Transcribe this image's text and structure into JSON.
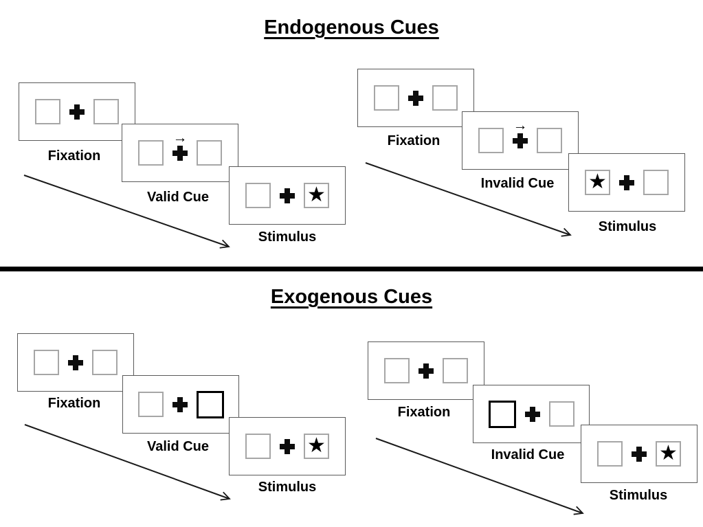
{
  "sections": [
    {
      "title": "Endogenous Cues",
      "sequences": [
        {
          "name": "valid",
          "panels": [
            {
              "label": "Fixation",
              "left_box": "empty",
              "right_box": "empty"
            },
            {
              "label": "Valid Cue",
              "left_box": "empty",
              "right_box": "empty",
              "cue": "central-arrow-right"
            },
            {
              "label": "Stimulus",
              "left_box": "empty",
              "right_box": "star"
            }
          ]
        },
        {
          "name": "invalid",
          "panels": [
            {
              "label": "Fixation",
              "left_box": "empty",
              "right_box": "empty"
            },
            {
              "label": "Invalid Cue",
              "left_box": "empty",
              "right_box": "empty",
              "cue": "central-arrow-right"
            },
            {
              "label": "Stimulus",
              "left_box": "star",
              "right_box": "empty"
            }
          ]
        }
      ]
    },
    {
      "title": "Exogenous Cues",
      "sequences": [
        {
          "name": "valid",
          "panels": [
            {
              "label": "Fixation",
              "left_box": "empty",
              "right_box": "empty"
            },
            {
              "label": "Valid Cue",
              "left_box": "empty",
              "right_box": "highlighted-thick-border"
            },
            {
              "label": "Stimulus",
              "left_box": "empty",
              "right_box": "star"
            }
          ]
        },
        {
          "name": "invalid",
          "panels": [
            {
              "label": "Fixation",
              "left_box": "empty",
              "right_box": "empty"
            },
            {
              "label": "Invalid Cue",
              "left_box": "highlighted-thick-border",
              "right_box": "empty"
            },
            {
              "label": "Stimulus",
              "left_box": "empty",
              "right_box": "star"
            }
          ]
        }
      ]
    }
  ],
  "glyphs": {
    "star": "★",
    "cue_arrow": "→"
  },
  "colors": {
    "background": "#ffffff",
    "panel_border": "#595959",
    "box_border": "#a6a6a6",
    "highlight_border": "#000000",
    "divider": "#000000",
    "text": "#000000"
  }
}
